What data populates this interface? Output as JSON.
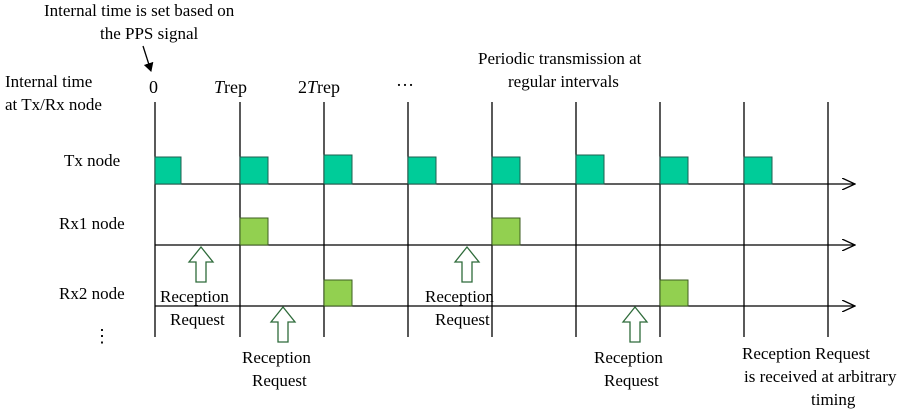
{
  "annotations": {
    "pps_line1": "Internal time is set based on",
    "pps_line2": "the PPS signal",
    "periodic_line1": "Periodic transmission at",
    "periodic_line2": "regular intervals",
    "internal_line1": "Internal time",
    "internal_line2": "at Tx/Rx node",
    "arbitrary_line1": "Reception Request",
    "arbitrary_line2": "is received at arbitrary",
    "arbitrary_line3": "timing"
  },
  "time_ticks": {
    "t0": "0",
    "t1_italic": "T",
    "t1_rest": "rep",
    "t2_num": "2",
    "t2_italic": "T",
    "t2_rest": "rep",
    "more": "…"
  },
  "nodes": [
    {
      "label": "Tx node"
    },
    {
      "label": "Rx1 node"
    },
    {
      "label": "Rx2 node"
    }
  ],
  "more_nodes": "⋮",
  "reception_request": {
    "line1": "Reception",
    "line2": "Request"
  },
  "colors": {
    "tx_block": "#00cc99",
    "rx_block": "#92d050",
    "arrow_outline": "#2e6b3a",
    "line": "#000000"
  }
}
